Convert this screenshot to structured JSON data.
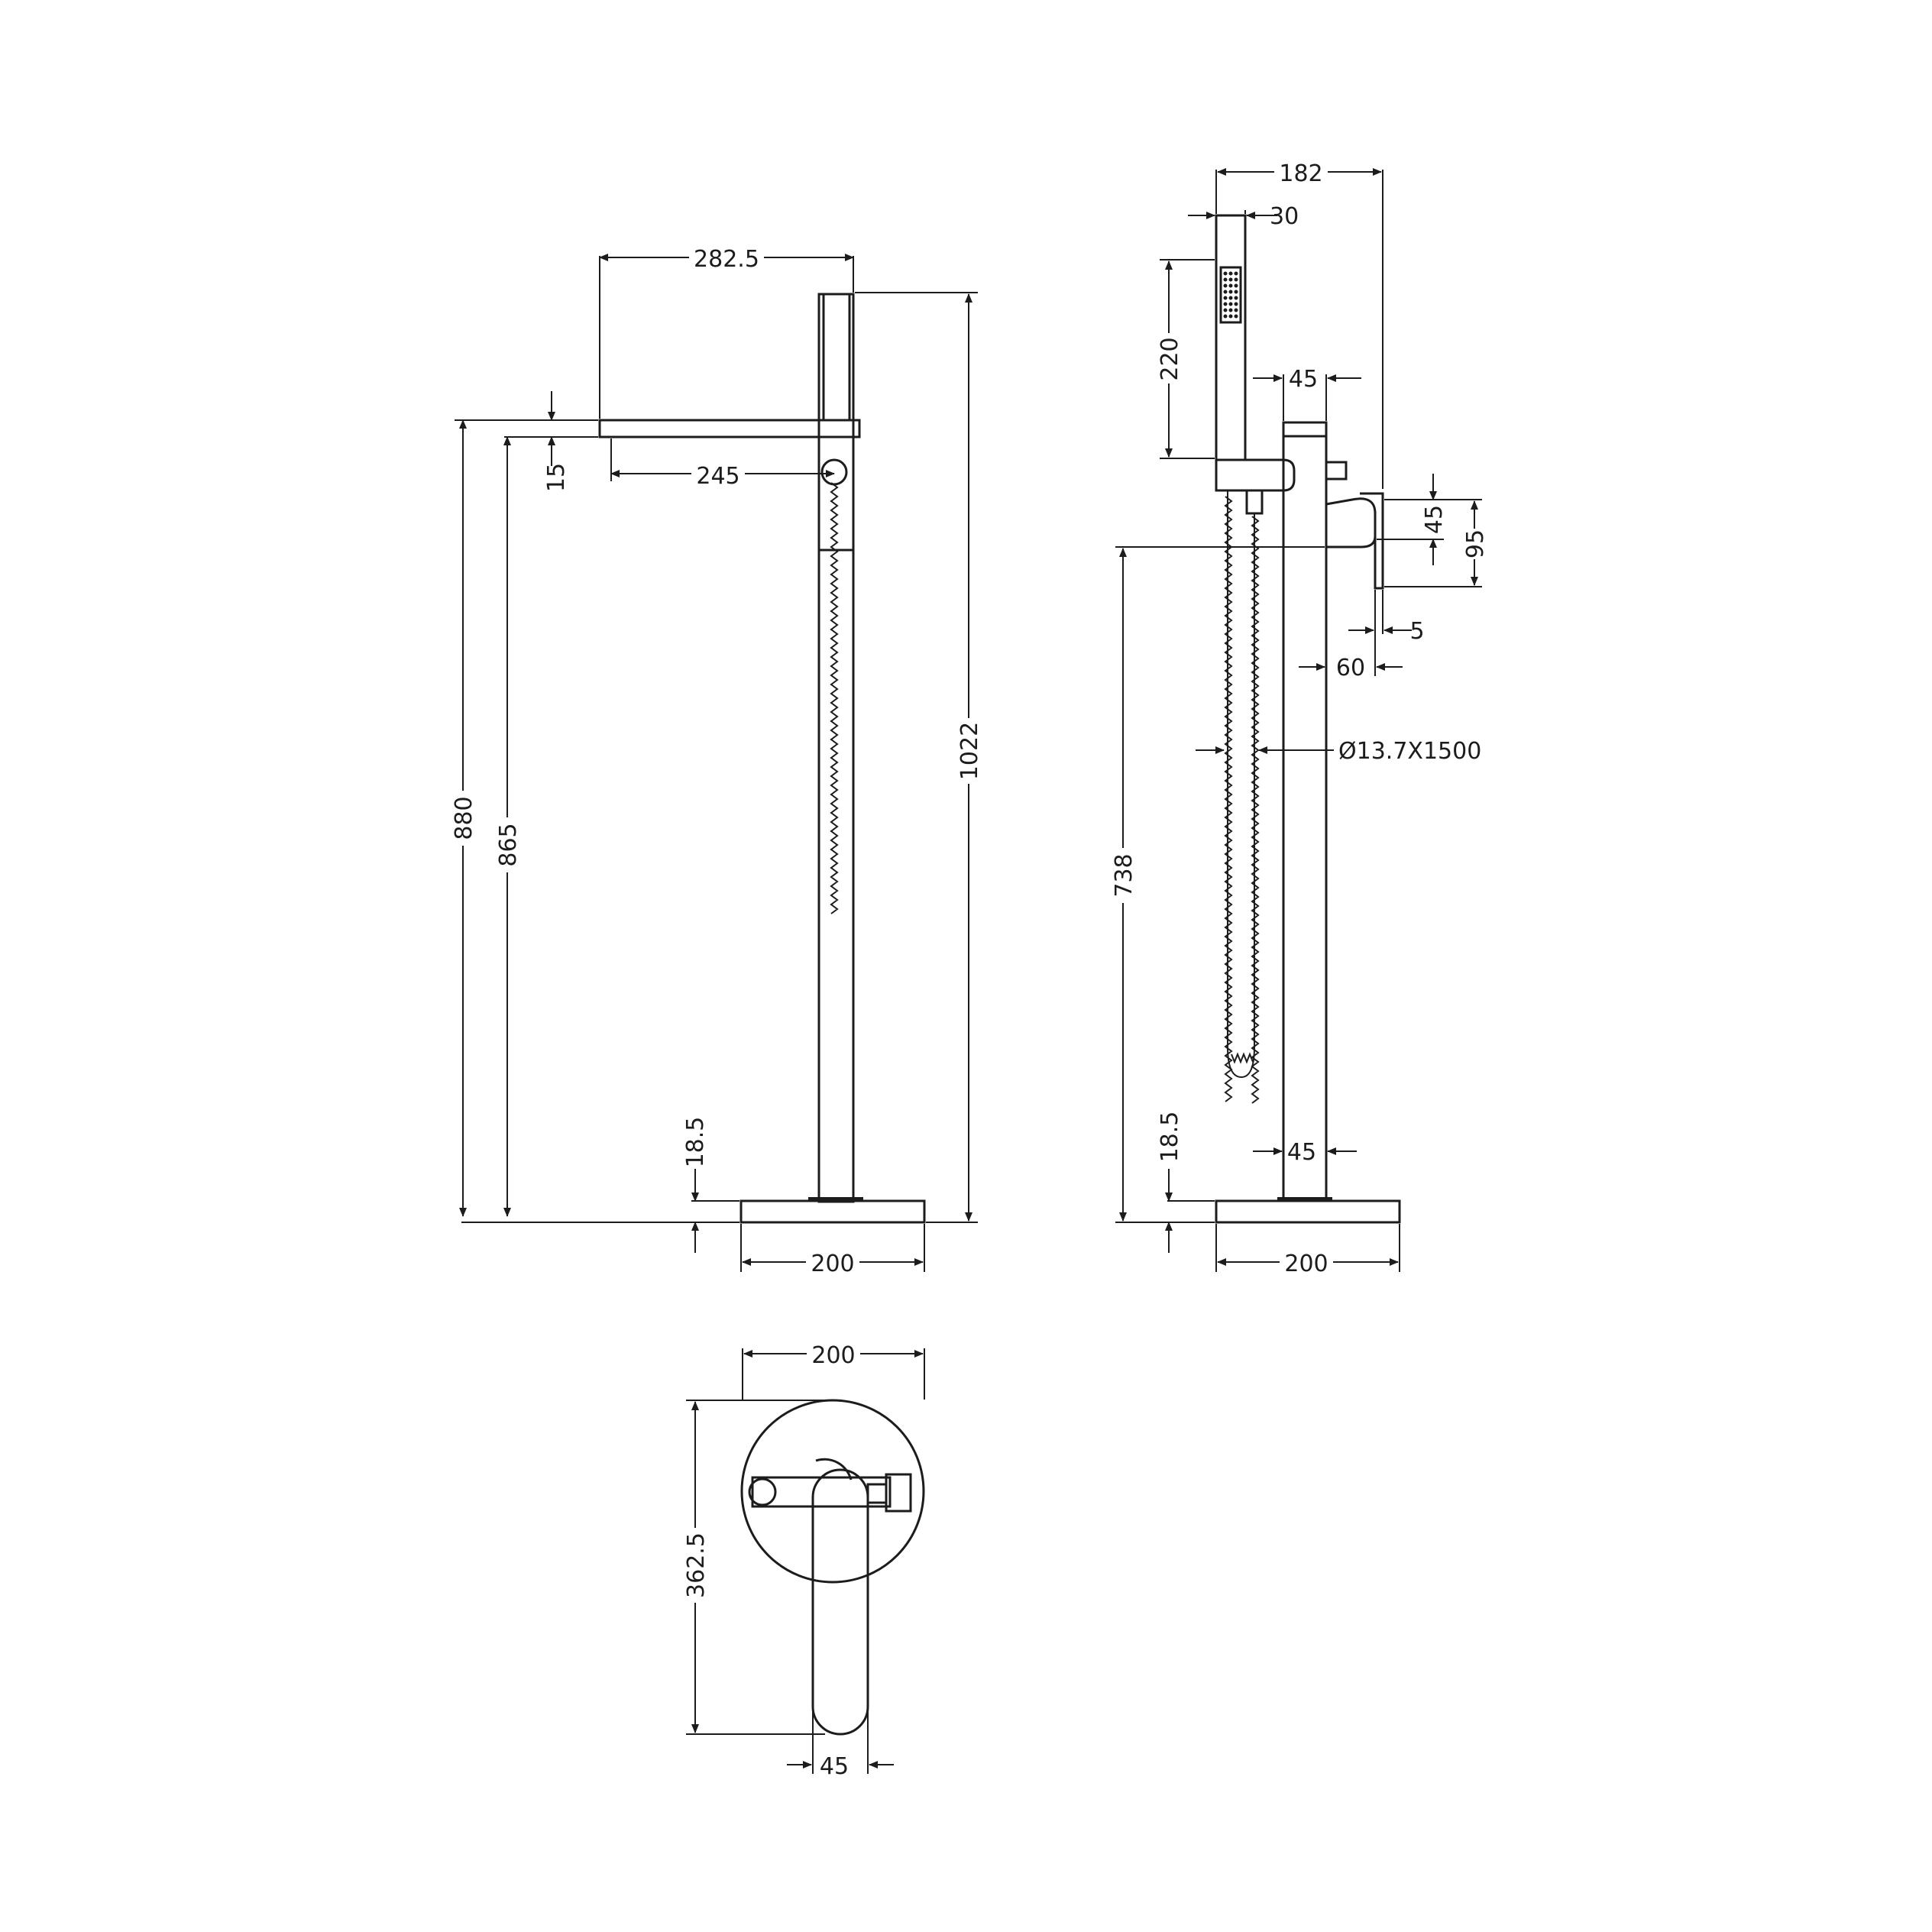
{
  "front_view": {
    "spout_length": "282.5",
    "outlet_offset": "245",
    "spout_thickness": "15",
    "overall_height": "1022",
    "height_to_spout_top": "880",
    "height_to_spout_bottom": "865",
    "base_thickness": "18.5",
    "base_diameter": "200"
  },
  "side_view": {
    "overall_depth": "182",
    "handset_width": "30",
    "handset_length": "220",
    "column_diameter": "45",
    "lever_height": "45",
    "lever_overall_height": "95",
    "lever_thickness": "5",
    "lever_projection": "60",
    "hose_spec": "Ø13.7X1500",
    "height_to_lever": "738",
    "base_thickness": "18.5",
    "column_diameter_lower": "45",
    "base_diameter": "200"
  },
  "top_view": {
    "base_diameter": "200",
    "overall_length": "362.5",
    "lever_width": "45"
  },
  "colors": {
    "line": "#1c1c1c",
    "background": "#ffffff"
  }
}
